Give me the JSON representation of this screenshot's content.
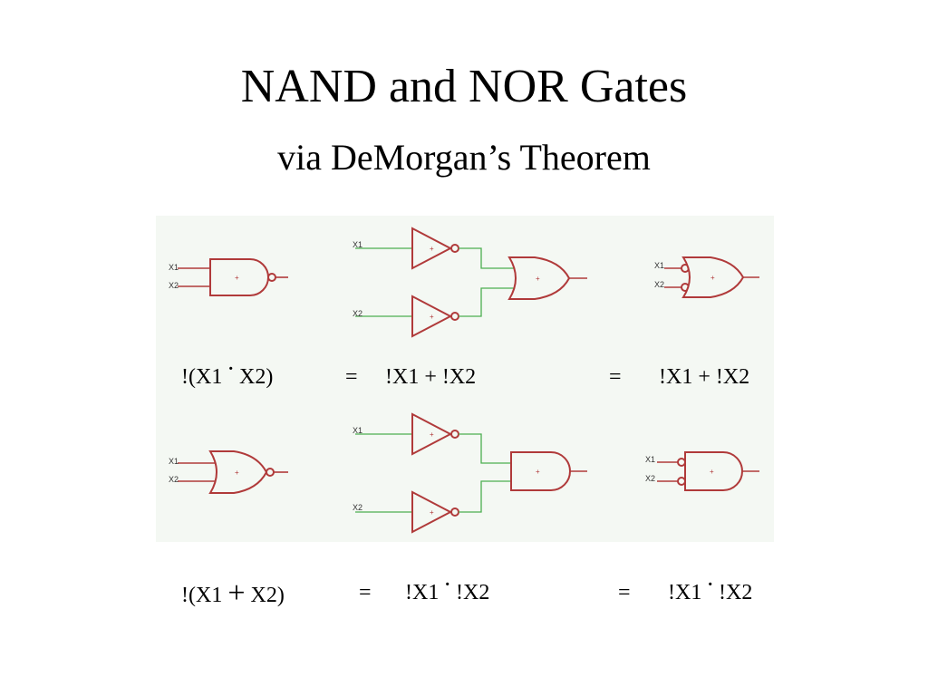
{
  "title": "NAND and NOR Gates",
  "subtitle": "via DeMorgan’s Theorem",
  "pin_labels": {
    "x1": "X1",
    "x2": "X2",
    "gate_mark": "+"
  },
  "nand_row": {
    "lhs_open": "!(X1",
    "lhs_op": "·",
    "lhs_close": "X2)",
    "eq1": "=",
    "mid": "!X1 + !X2",
    "eq2": "=",
    "rhs": "!X1 + !X2"
  },
  "nor_row": {
    "lhs_open": "!(X1",
    "lhs_op": "+",
    "lhs_close": "X2)",
    "eq1": "=",
    "mid_a": "!X1",
    "mid_op": "·",
    "mid_b": "!X2",
    "eq2": "=",
    "rhs_a": "!X1",
    "rhs_op": "·",
    "rhs_b": "!X2"
  },
  "colors": {
    "gate": "#b03a3a",
    "wire": "#4caf50",
    "panel": "#f4f8f3"
  }
}
